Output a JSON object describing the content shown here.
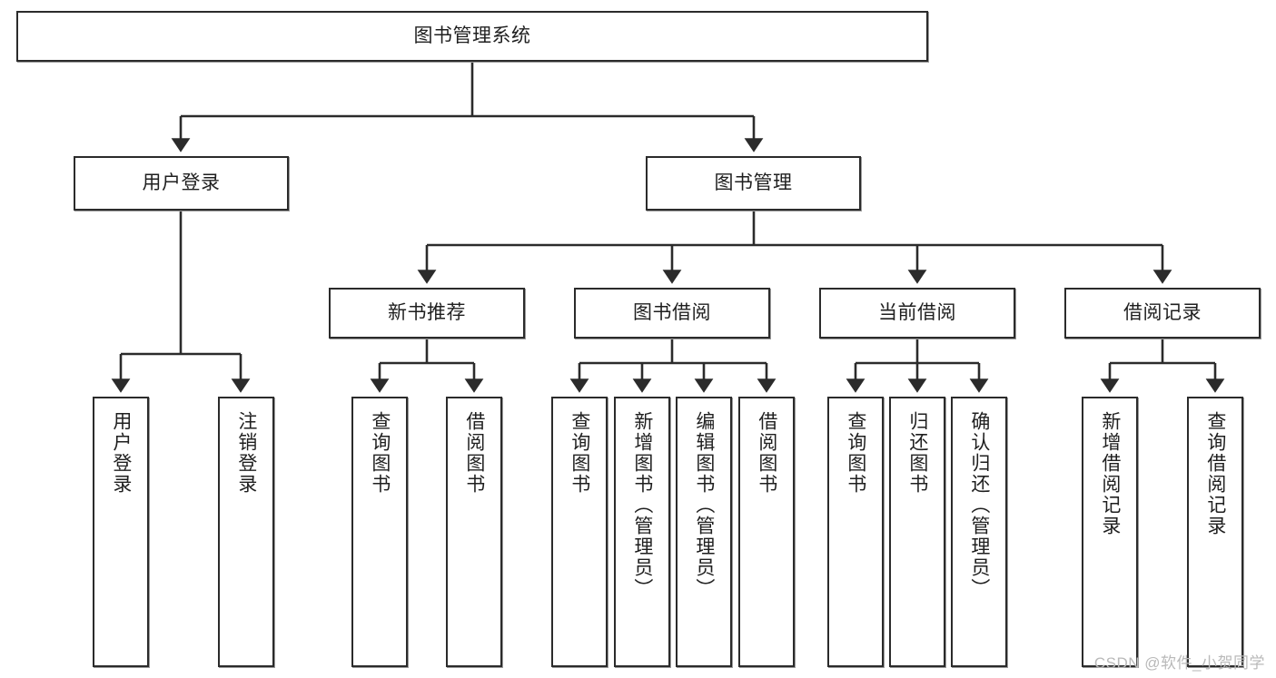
{
  "diagram": {
    "type": "tree",
    "title": "图书管理系统",
    "watermark": "CSDN @软件_小贺同学",
    "colors": {
      "box_border": "#2b2b2b",
      "box_fill": "#ffffff",
      "line": "#2b2b2b",
      "text": "#1f1f1f",
      "watermark": "#b9b9b9"
    },
    "root": {
      "label": "图书管理系统"
    },
    "level2": [
      {
        "id": "user-login",
        "label": "用户登录"
      },
      {
        "id": "book-manage",
        "label": "图书管理"
      }
    ],
    "level3": [
      {
        "id": "new-book-recommend",
        "label": "新书推荐",
        "parent": "book-manage"
      },
      {
        "id": "book-borrow",
        "label": "图书借阅",
        "parent": "book-manage"
      },
      {
        "id": "current-borrow",
        "label": "当前借阅",
        "parent": "book-manage"
      },
      {
        "id": "borrow-record",
        "label": "借阅记录",
        "parent": "book-manage"
      }
    ],
    "leaves": [
      {
        "id": "leaf-user-login",
        "label": "用户登录",
        "parent": "user-login"
      },
      {
        "id": "leaf-logout",
        "label": "注销登录",
        "parent": "user-login"
      },
      {
        "id": "leaf-query-book-1",
        "label": "查询图书",
        "parent": "new-book-recommend"
      },
      {
        "id": "leaf-borrow-book-1",
        "label": "借阅图书",
        "parent": "new-book-recommend"
      },
      {
        "id": "leaf-query-book-2",
        "label": "查询图书",
        "parent": "book-borrow"
      },
      {
        "id": "leaf-add-book",
        "label": "新增图书（管理员）",
        "parent": "book-borrow"
      },
      {
        "id": "leaf-edit-book",
        "label": "编辑图书（管理员）",
        "parent": "book-borrow"
      },
      {
        "id": "leaf-borrow-book-2",
        "label": "借阅图书",
        "parent": "book-borrow"
      },
      {
        "id": "leaf-query-book-3",
        "label": "查询图书",
        "parent": "current-borrow"
      },
      {
        "id": "leaf-return-book",
        "label": "归还图书",
        "parent": "current-borrow"
      },
      {
        "id": "leaf-confirm-return",
        "label": "确认归还（管理员）",
        "parent": "current-borrow"
      },
      {
        "id": "leaf-add-record",
        "label": "新增借阅记录",
        "parent": "borrow-record"
      },
      {
        "id": "leaf-query-record",
        "label": "查询借阅记录",
        "parent": "borrow-record"
      }
    ]
  }
}
